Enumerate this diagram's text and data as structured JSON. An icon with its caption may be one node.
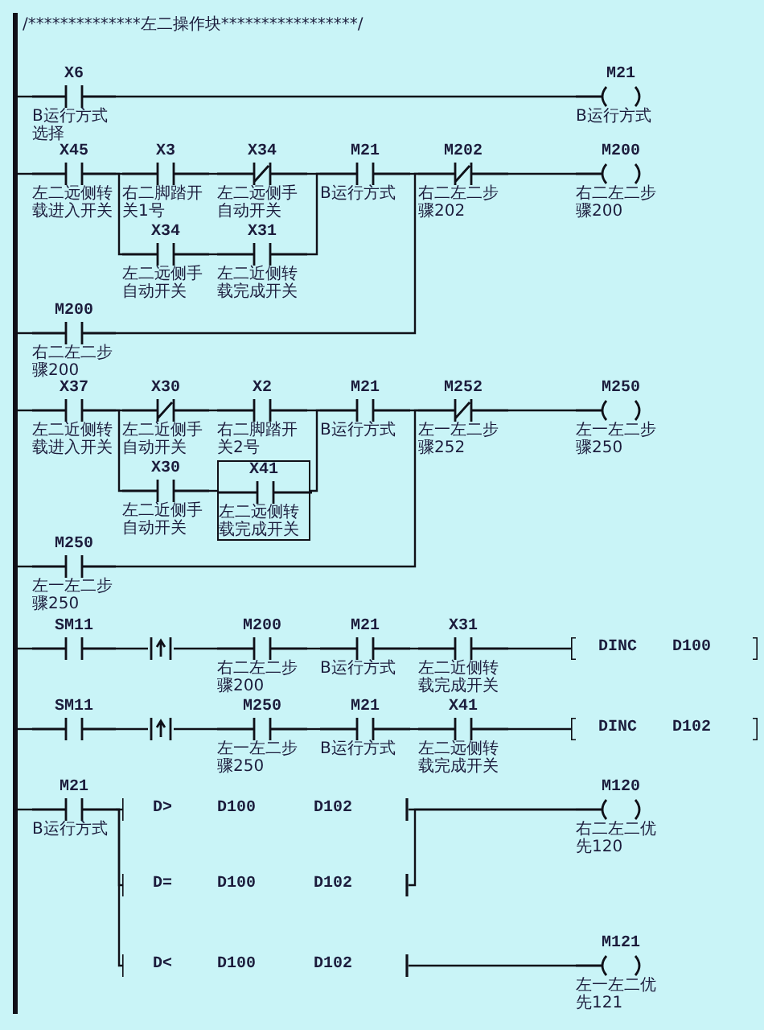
{
  "diagram": {
    "nodes": [
      {
        "text": [],
        "shape": "bar"
      },
      {
        "text": [
          "X6",
          "B运行方式选择"
        ]
      },
      {
        "text": [
          "M21",
          "B运行方式"
        ]
      },
      {
        "text": [
          "X45",
          "左二远侧转载进入开关"
        ]
      },
      {
        "text": [
          "X3",
          "右二脚踏开关1号"
        ]
      },
      {
        "text": [
          "X34",
          "左二远侧手自动开关"
        ]
      },
      {
        "text": [
          "M21",
          "B运行方式"
        ]
      },
      {
        "text": [
          "M202",
          "右二左二步骤202"
        ]
      },
      {
        "text": [
          "M200",
          "右二左二步骤200"
        ]
      },
      {
        "text": [
          "X34",
          "左二远侧手自动开关"
        ]
      },
      {
        "text": [
          "X31",
          "左二近侧转载完成开关"
        ]
      },
      {
        "text": [
          "M200",
          "右二左二步骤200"
        ]
      },
      {
        "text": [
          "X37",
          "左二近侧转载进入开关"
        ]
      },
      {
        "text": [
          "X30",
          "左二近侧手自动开关"
        ]
      },
      {
        "text": [
          "X2",
          "右二脚踏开关2号"
        ]
      },
      {
        "text": [
          "M21",
          "B运行方式"
        ]
      },
      {
        "text": [
          "M252",
          "左一左二步骤252"
        ]
      },
      {
        "text": [
          "M250",
          "左一左二步骤250"
        ]
      },
      {
        "text": [
          "X30",
          "左二近侧手自动开关"
        ]
      },
      {
        "text": [
          "X41",
          "左二远侧转载完成开关"
        ]
      },
      {
        "text": [
          "M250",
          "左一左二步骤250"
        ]
      },
      {
        "text": [
          "SM11"
        ]
      },
      {
        "text": [],
        "shape": "arrow"
      },
      {
        "text": [
          "M200",
          "右二左二步骤200"
        ]
      },
      {
        "text": [
          "M21",
          "B运行方式"
        ]
      },
      {
        "text": [
          "X31",
          "左二近侧转载完成开关"
        ]
      },
      {
        "text": [
          "DINC",
          "D100"
        ]
      },
      {
        "text": [
          "SM11"
        ]
      },
      {
        "text": [],
        "shape": "arrow"
      },
      {
        "text": [
          "M250",
          "左一左二步骤250"
        ]
      },
      {
        "text": [
          "M21",
          "B运行方式"
        ]
      },
      {
        "text": [
          "X41",
          "左二远侧转载完成开关"
        ]
      },
      {
        "text": [
          "DINC",
          "D102"
        ]
      },
      {
        "text": [
          "M21",
          "B运行方式"
        ]
      },
      {
        "text": [
          "D>",
          "D100",
          "D102"
        ]
      },
      {
        "text": [
          "M120",
          "右二左二优先120"
        ]
      },
      {
        "text": [
          "D=",
          "D100",
          "D102"
        ]
      },
      {
        "text": [
          "D<",
          "D100",
          "D102"
        ]
      },
      {
        "text": [
          "M121",
          "左一左二优先121"
        ]
      }
    ],
    "edges": [
      {
        "from": 0,
        "to": 1,
        "arrow": "none"
      },
      {
        "from": 1,
        "to": 2,
        "arrow": "none"
      },
      {
        "from": 0,
        "to": 3,
        "arrow": "none"
      },
      {
        "from": 3,
        "to": 4,
        "arrow": "none"
      },
      {
        "from": 3,
        "to": 9,
        "arrow": "none"
      },
      {
        "from": 4,
        "to": 5,
        "arrow": "none"
      },
      {
        "from": 9,
        "to": 10,
        "arrow": "none"
      },
      {
        "from": 5,
        "to": 6,
        "arrow": "none"
      },
      {
        "from": 10,
        "to": 6,
        "arrow": "none"
      },
      {
        "from": 6,
        "to": 7,
        "arrow": "none"
      },
      {
        "from": 0,
        "to": 11,
        "arrow": "none"
      },
      {
        "from": 11,
        "to": 7,
        "arrow": "none"
      },
      {
        "from": 7,
        "to": 8,
        "arrow": "none"
      },
      {
        "from": 0,
        "to": 12,
        "arrow": "none"
      },
      {
        "from": 12,
        "to": 13,
        "arrow": "none"
      },
      {
        "from": 12,
        "to": 18,
        "arrow": "none"
      },
      {
        "from": 13,
        "to": 14,
        "arrow": "none"
      },
      {
        "from": 18,
        "to": 19,
        "arrow": "none"
      },
      {
        "from": 14,
        "to": 15,
        "arrow": "none"
      },
      {
        "from": 19,
        "to": 15,
        "arrow": "none"
      },
      {
        "from": 15,
        "to": 16,
        "arrow": "none"
      },
      {
        "from": 0,
        "to": 20,
        "arrow": "none"
      },
      {
        "from": 20,
        "to": 16,
        "arrow": "none"
      },
      {
        "from": 16,
        "to": 17,
        "arrow": "none"
      },
      {
        "from": 0,
        "to": 21,
        "arrow": "none"
      },
      {
        "from": 21,
        "to": 22,
        "arrow": "none"
      },
      {
        "from": 22,
        "to": 23,
        "arrow": "none"
      },
      {
        "from": 23,
        "to": 24,
        "arrow": "none"
      },
      {
        "from": 24,
        "to": 25,
        "arrow": "none"
      },
      {
        "from": 25,
        "to": 26,
        "arrow": "none"
      },
      {
        "from": 0,
        "to": 27,
        "arrow": "none"
      },
      {
        "from": 27,
        "to": 28,
        "arrow": "none"
      },
      {
        "from": 28,
        "to": 29,
        "arrow": "none"
      },
      {
        "from": 29,
        "to": 30,
        "arrow": "none"
      },
      {
        "from": 30,
        "to": 31,
        "arrow": "none"
      },
      {
        "from": 31,
        "to": 32,
        "arrow": "none"
      },
      {
        "from": 0,
        "to": 33,
        "arrow": "none"
      },
      {
        "from": 33,
        "to": 34,
        "arrow": "none"
      },
      {
        "from": 33,
        "to": 36,
        "arrow": "none"
      },
      {
        "from": 33,
        "to": 37,
        "arrow": "none"
      },
      {
        "from": 34,
        "to": 35,
        "arrow": "none"
      },
      {
        "from": 36,
        "to": 35,
        "arrow": "none"
      },
      {
        "from": 37,
        "to": 38,
        "arrow": "none"
      }
    ],
    "labels": [
      "/**************左二操作块*****************/"
    ]
  }
}
